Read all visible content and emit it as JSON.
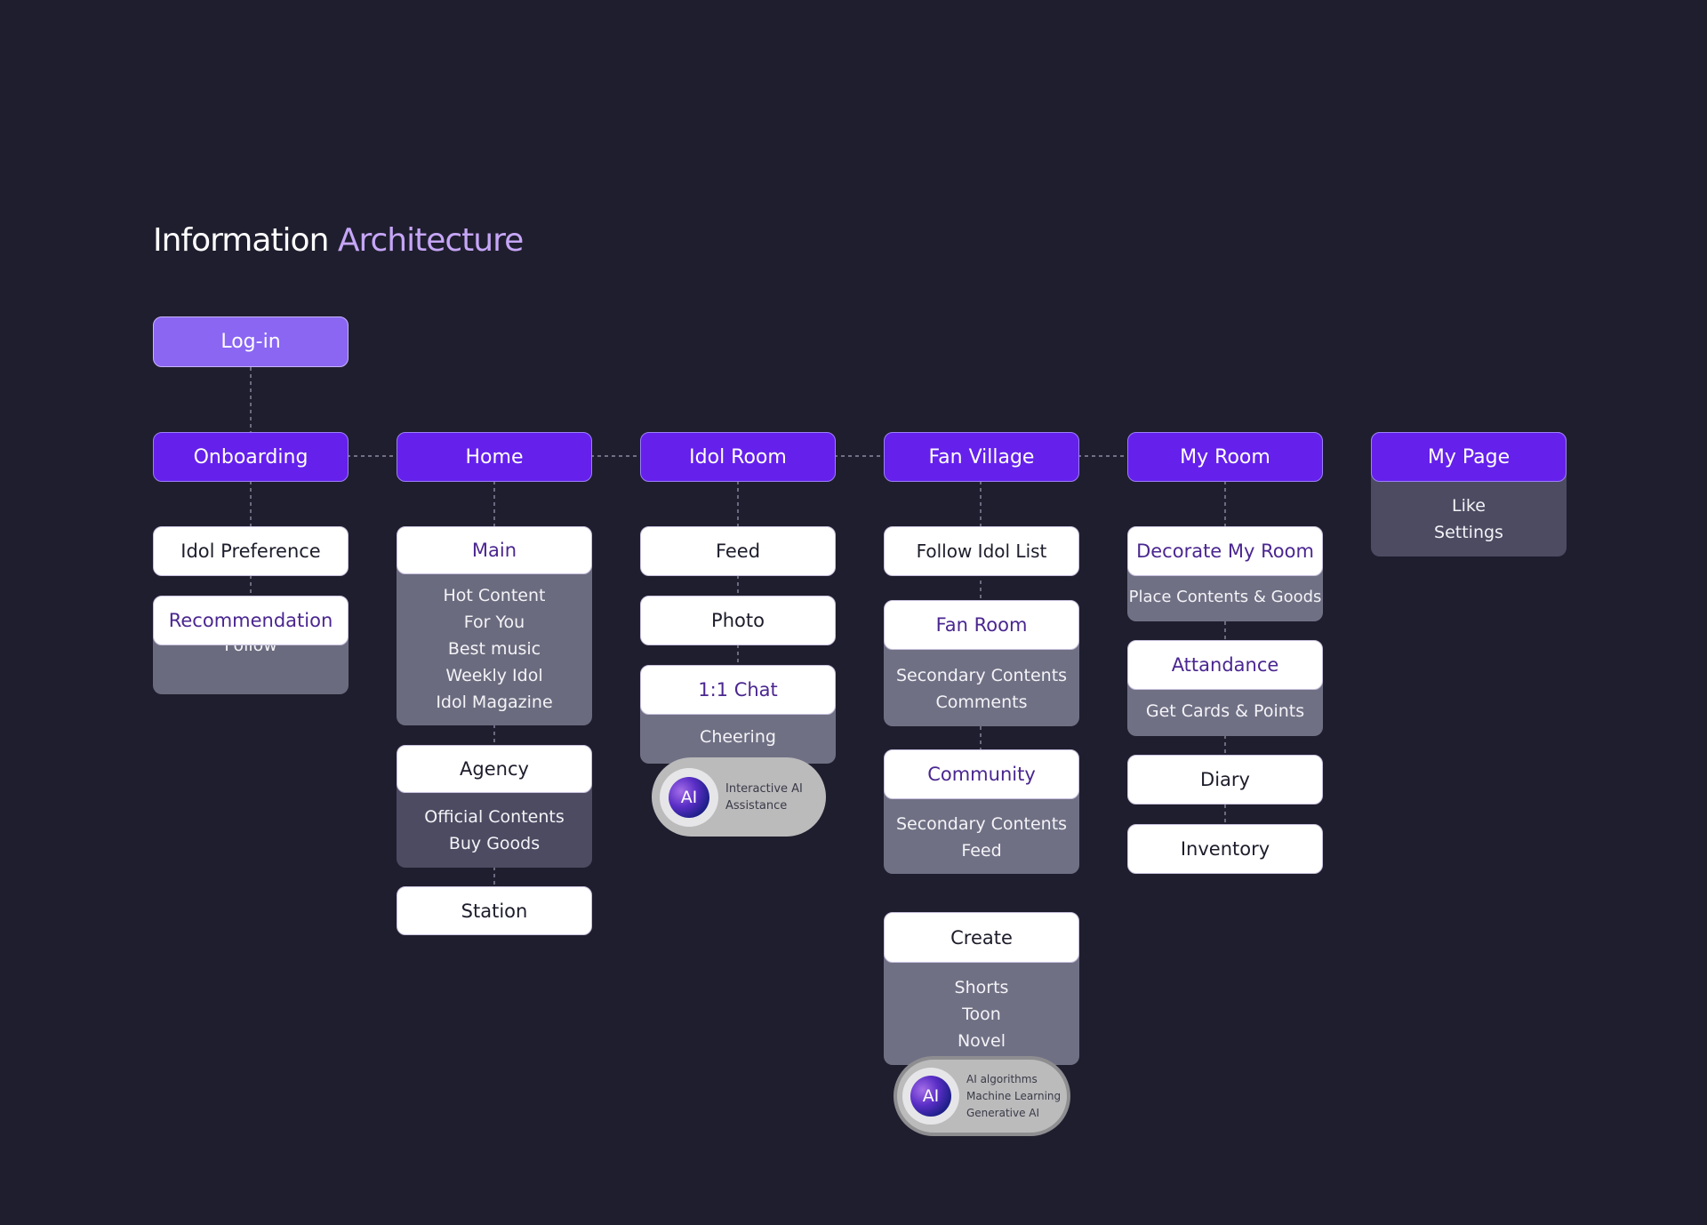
{
  "title": {
    "main": "Information",
    "accent": "Architecture"
  },
  "login": "Log-in",
  "categories": {
    "onboarding": "Onboarding",
    "home": "Home",
    "idol_room": "Idol Room",
    "fan_village": "Fan Village",
    "my_room": "My Room",
    "my_page": "My Page"
  },
  "onboarding": {
    "idol_preference": "Idol Preference",
    "recommendation": "Recommendation",
    "recommendation_items": [
      "Follow"
    ]
  },
  "home": {
    "main": "Main",
    "main_items": [
      "Hot Content",
      "For You",
      "Best music",
      "Weekly Idol",
      "Idol Magazine"
    ],
    "agency": "Agency",
    "agency_items": [
      "Official Contents",
      "Buy Goods"
    ],
    "station": "Station"
  },
  "idol_room": {
    "feed": "Feed",
    "photo": "Photo",
    "chat": "1:1 Chat",
    "chat_items": [
      "Cheering"
    ],
    "ai_badge": {
      "logo": "AI",
      "lines": [
        "Interactive AI",
        "Assistance"
      ]
    }
  },
  "fan_village": {
    "follow_list": "Follow Idol List",
    "fan_room": "Fan Room",
    "fan_room_items": [
      "Secondary Contents",
      "Comments"
    ],
    "community": "Community",
    "community_items": [
      "Secondary Contents",
      "Feed"
    ],
    "create": "Create",
    "create_items": [
      "Shorts",
      "Toon",
      "Novel"
    ],
    "ai_badge": {
      "logo": "AI",
      "lines": [
        "AI algorithms",
        "Machine Learning",
        "Generative AI"
      ]
    }
  },
  "my_room": {
    "decorate": "Decorate My Room",
    "decorate_items": [
      "Place Contents & Goods"
    ],
    "attendance": "Attandance",
    "attendance_items": [
      "Get Cards & Points"
    ],
    "diary": "Diary",
    "inventory": "Inventory"
  },
  "my_page": {
    "items": [
      "Like",
      "Settings"
    ]
  },
  "colors": {
    "background": "#1f1e2e",
    "category": "#6520ec",
    "login": "#8a66f3",
    "accent_text": "#c6a6f7",
    "sub_panel": "#6b6b7f"
  }
}
